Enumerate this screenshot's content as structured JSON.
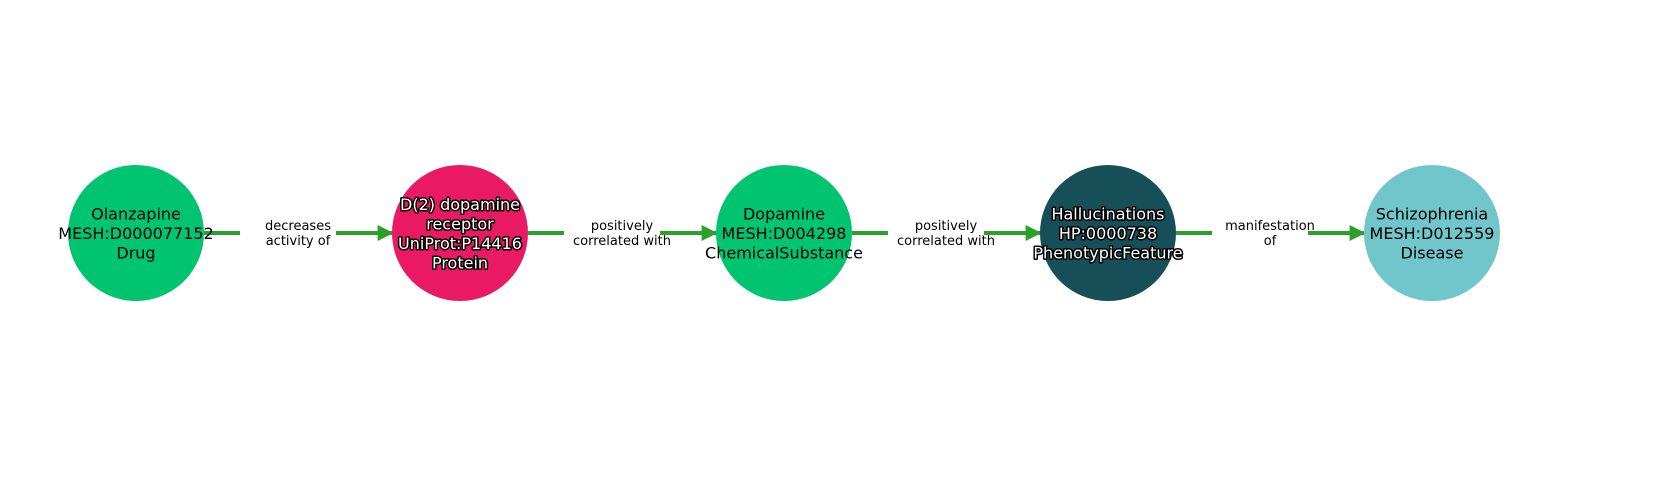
{
  "colors": {
    "edge": "#2ca02c"
  },
  "nodes": [
    {
      "lines": [
        "Olanzapine",
        "MESH:D000077152",
        "Drug"
      ],
      "color": "#00c46f",
      "text_style": "dark"
    },
    {
      "lines": [
        "D(2) dopamine",
        "receptor",
        "UniProt:P14416",
        "Protein"
      ],
      "color": "#e91a63",
      "text_style": "light"
    },
    {
      "lines": [
        "Dopamine",
        "MESH:D004298",
        "ChemicalSubstance"
      ],
      "color": "#00c46f",
      "text_style": "dark"
    },
    {
      "lines": [
        "Hallucinations",
        "HP:0000738",
        "PhenotypicFeature"
      ],
      "color": "#164f57",
      "text_style": "light"
    },
    {
      "lines": [
        "Schizophrenia",
        "MESH:D012559",
        "Disease"
      ],
      "color": "#71c6cc",
      "text_style": "dark"
    }
  ],
  "edges": [
    {
      "from": 0,
      "to": 1,
      "lines": [
        "decreases",
        "activity of"
      ]
    },
    {
      "from": 1,
      "to": 2,
      "lines": [
        "positively",
        "correlated with"
      ]
    },
    {
      "from": 2,
      "to": 3,
      "lines": [
        "positively",
        "correlated with"
      ]
    },
    {
      "from": 3,
      "to": 4,
      "lines": [
        "manifestation",
        "of"
      ]
    }
  ]
}
